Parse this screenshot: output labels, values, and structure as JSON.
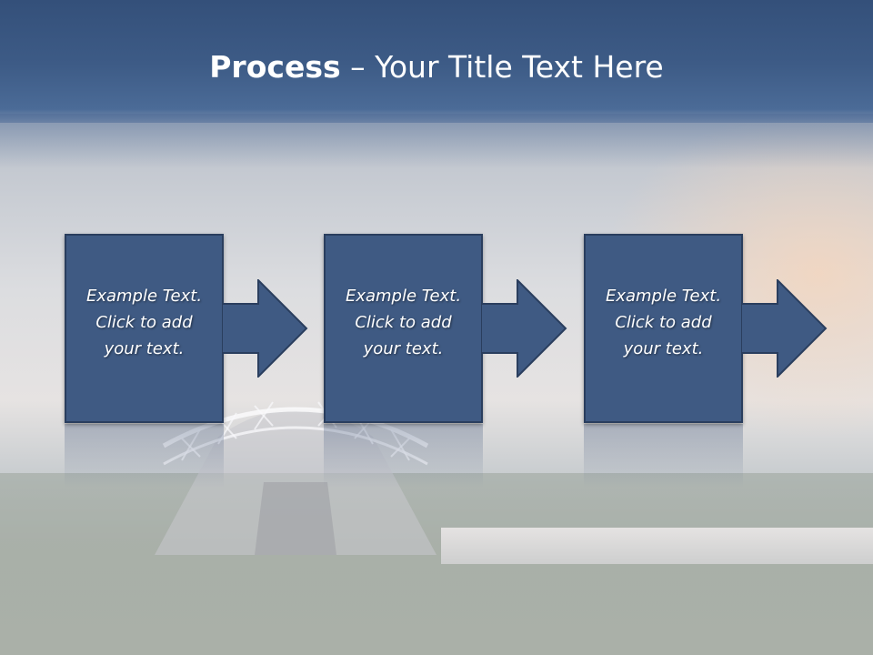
{
  "header": {
    "title_bold": "Process",
    "title_rest": " – Your Title Text Here"
  },
  "steps": [
    {
      "text": "Example Text.\nClick  to add\nyour text."
    },
    {
      "text": "Example Text.\nClick  to add\nyour text."
    },
    {
      "text": "Example Text.\nClick  to add\nyour text."
    }
  ],
  "colors": {
    "header": "#3d5b86",
    "box": "#3f5a83",
    "box_border": "#2a3e5e",
    "text": "#ffffff"
  }
}
